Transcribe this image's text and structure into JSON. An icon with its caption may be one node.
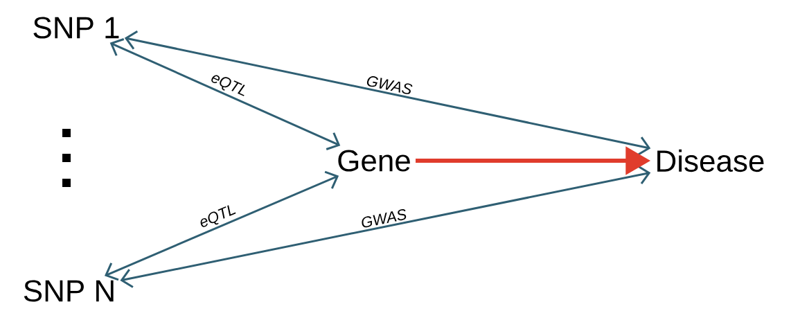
{
  "diagram": {
    "nodes": [
      {
        "text": [
          "SNP 1"
        ]
      },
      {
        "text": [
          "Gene"
        ]
      },
      {
        "text": [
          "Disease"
        ]
      },
      {
        "text": [
          "SNP N"
        ]
      }
    ],
    "edges": [
      {
        "from": 0,
        "to": 2,
        "arrow": "both",
        "label": "GWAS"
      },
      {
        "from": 0,
        "to": 1,
        "arrow": "both",
        "label": "eQTL"
      },
      {
        "from": 3,
        "to": 1,
        "arrow": "both",
        "label": "eQTL"
      },
      {
        "from": 3,
        "to": 2,
        "arrow": "both",
        "label": "GWAS"
      },
      {
        "from": 1,
        "to": 2,
        "arrow": "to",
        "style": "thick",
        "color": "#e03c2c"
      }
    ]
  }
}
